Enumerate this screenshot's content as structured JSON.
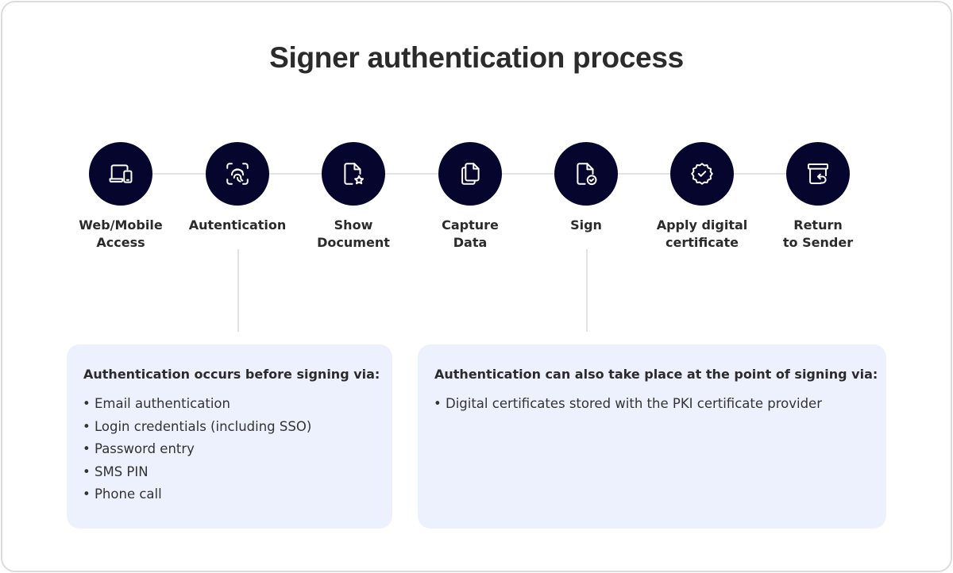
{
  "title": "Signer authentication process",
  "colors": {
    "circle": "#05052e",
    "box_bg": "#edf1fd",
    "connector": "#e2e2e2",
    "text": "#2b2b2b"
  },
  "steps": [
    {
      "icon": "devices-icon",
      "label_line1": "Web/Mobile",
      "label_line2": "Access"
    },
    {
      "icon": "fingerprint-icon",
      "label_line1": "Autentication",
      "label_line2": ""
    },
    {
      "icon": "document-star-icon",
      "label_line1": "Show",
      "label_line2": "Document"
    },
    {
      "icon": "copy-documents-icon",
      "label_line1": "Capture",
      "label_line2": "Data"
    },
    {
      "icon": "document-check-icon",
      "label_line1": "Sign",
      "label_line2": ""
    },
    {
      "icon": "badge-check-icon",
      "label_line1": "Apply digital",
      "label_line2": "certificate"
    },
    {
      "icon": "archive-return-icon",
      "label_line1": "Return",
      "label_line2": "to Sender"
    }
  ],
  "boxes": [
    {
      "heading": "Authentication occurs before signing via:",
      "items": [
        "Email authentication",
        "Login credentials (including SSO)",
        "Password entry",
        "SMS PIN",
        "Phone call"
      ]
    },
    {
      "heading": "Authentication can also take place at the point of signing via:",
      "items": [
        "Digital certificates stored with the PKI certificate provider"
      ]
    }
  ]
}
